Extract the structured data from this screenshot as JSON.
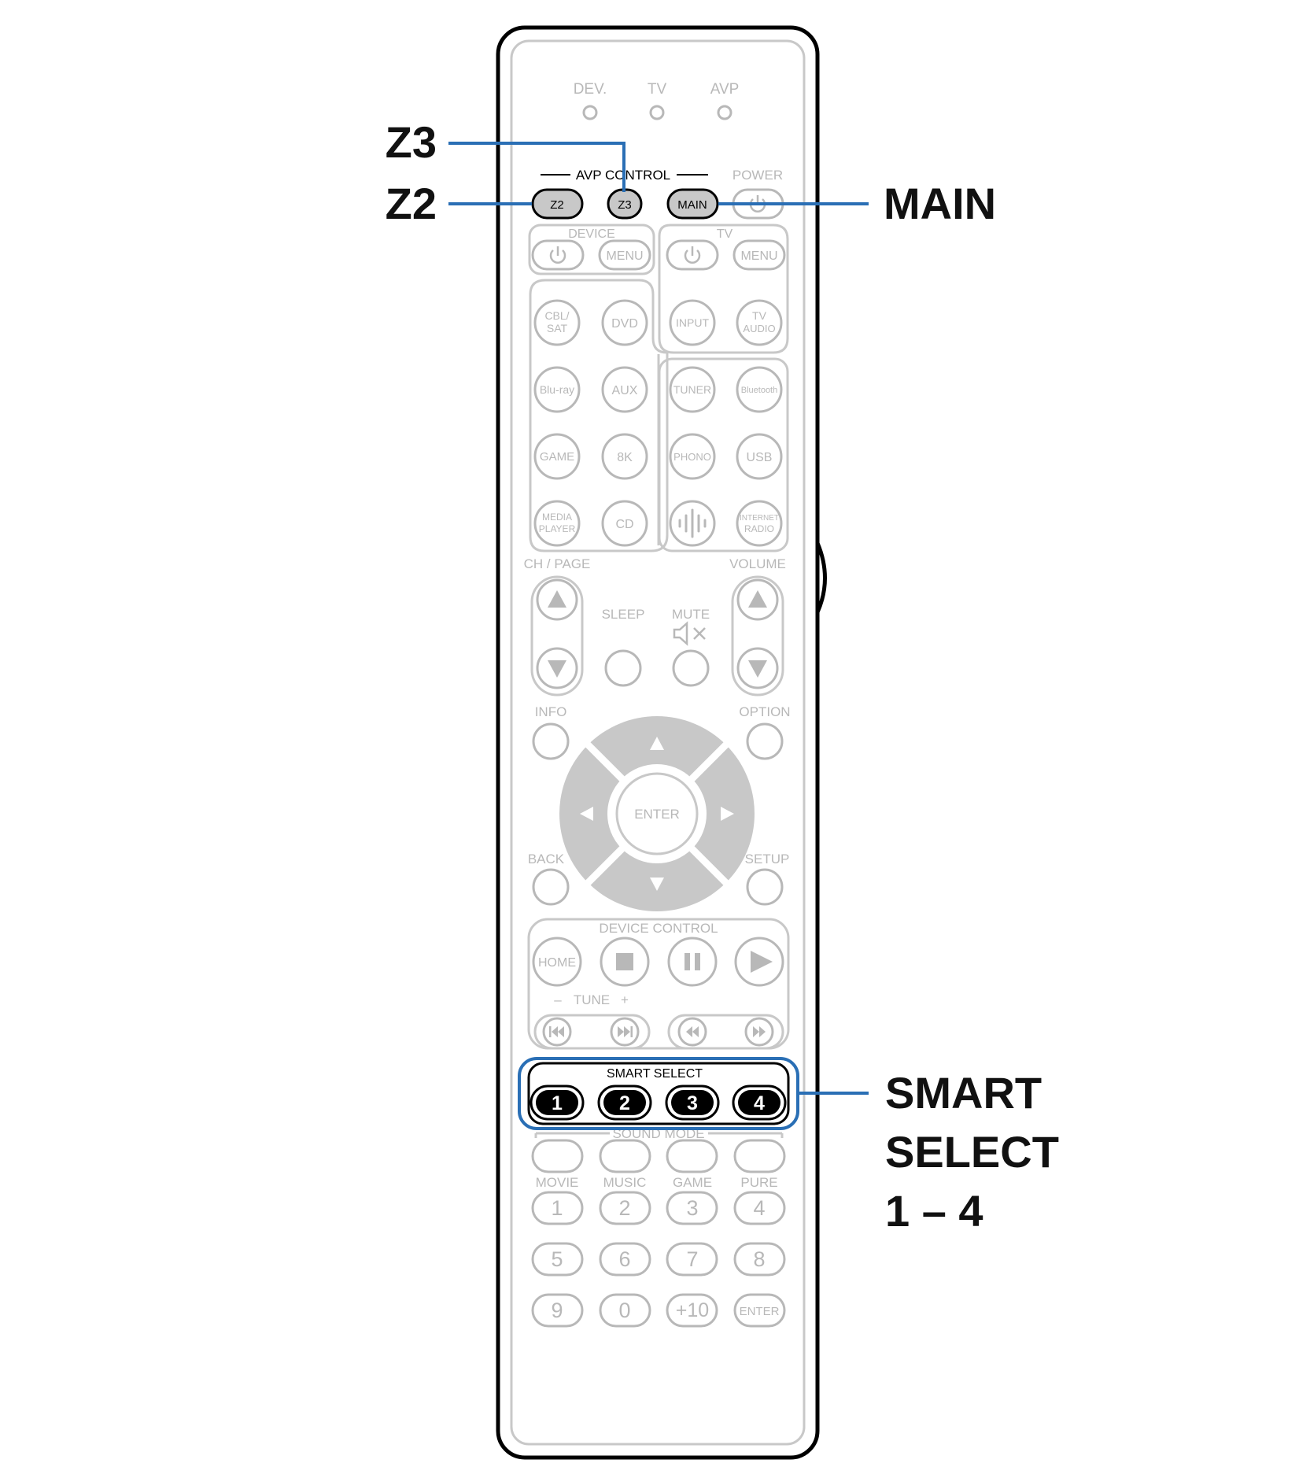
{
  "indicators": [
    "DEV.",
    "TV",
    "AVP"
  ],
  "avp_control": {
    "title": "AVP CONTROL",
    "z2": "Z2",
    "z3": "Z3",
    "main": "MAIN",
    "power": "POWER"
  },
  "device_group": {
    "title": "DEVICE",
    "menu": "MENU"
  },
  "tv_group": {
    "title": "TV",
    "menu": "MENU",
    "input": "INPUT",
    "audio_top": "TV",
    "audio_bottom": "AUDIO"
  },
  "sources": {
    "cbl_top": "CBL/",
    "cbl_bottom": "SAT",
    "dvd": "DVD",
    "bluray": "Blu-ray",
    "aux": "AUX",
    "tuner": "TUNER",
    "bluetooth": "Bluetooth",
    "game": "GAME",
    "k8": "8K",
    "phono": "PHONO",
    "usb": "USB",
    "media_top": "MEDIA",
    "media_bottom": "PLAYER",
    "cd": "CD",
    "internet_top": "INTERNET",
    "internet_bottom": "RADIO"
  },
  "volume_area": {
    "ch_page": "CH / PAGE",
    "volume": "VOLUME",
    "sleep": "SLEEP",
    "mute": "MUTE"
  },
  "nav": {
    "info": "INFO",
    "option": "OPTION",
    "enter": "ENTER",
    "back": "BACK",
    "setup": "SETUP"
  },
  "device_control": {
    "title": "DEVICE CONTROL",
    "home": "HOME",
    "tune_minus": "–",
    "tune": "TUNE",
    "tune_plus": "+"
  },
  "smart_select": {
    "title": "SMART SELECT",
    "buttons": [
      "1",
      "2",
      "3",
      "4"
    ]
  },
  "sound_mode": {
    "title": "SOUND MODE",
    "movie": "MOVIE",
    "music": "MUSIC",
    "game": "GAME",
    "pure": "PURE"
  },
  "number_keys": [
    "1",
    "2",
    "3",
    "4",
    "5",
    "6",
    "7",
    "8",
    "9",
    "0",
    "+10",
    "ENTER"
  ],
  "callouts": {
    "z3": "Z3",
    "z2": "Z2",
    "main": "MAIN",
    "smart_line1": "SMART",
    "smart_line2": "SELECT",
    "smart_line3": "1 – 4"
  },
  "colors": {
    "highlight": "#2a6fb5",
    "inactive": "#b8b8b8",
    "active_fill": "#c8c8c8",
    "outline": "#000000"
  }
}
